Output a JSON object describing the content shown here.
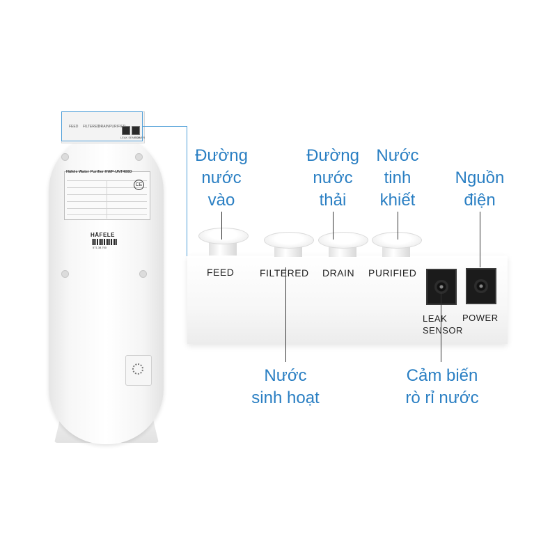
{
  "device": {
    "brand": "HÄFELE",
    "spec_title": "Häfele Water Purifier HWP-UNT400D",
    "barcode_text": "571.38.700",
    "mini_ports": [
      "FEED",
      "FILTERED",
      "DRAIN",
      "PURIFIED"
    ],
    "mini_jacks": [
      "LEAK SENSOR",
      "POWER"
    ],
    "ce_mark": "CE"
  },
  "ports": [
    {
      "label": "FEED"
    },
    {
      "label": "FILTERED"
    },
    {
      "label": "DRAIN"
    },
    {
      "label": "PURIFIED"
    }
  ],
  "jacks": {
    "leak_label_line1": "LEAK",
    "leak_label_line2": "SENSOR",
    "power_label": "POWER"
  },
  "callouts": {
    "feed_line1": "Đường",
    "feed_line2": "nước",
    "feed_line3": "vào",
    "drain_line1": "Đường",
    "drain_line2": "nước",
    "drain_line3": "thải",
    "purified_line1": "Nước",
    "purified_line2": "tinh",
    "purified_line3": "khiết",
    "power_line1": "Nguồn",
    "power_line2": "điện",
    "filtered_line1": "Nước",
    "filtered_line2": "sinh hoạt",
    "leak_line1": "Cảm biến",
    "leak_line2": "rò rỉ nước"
  },
  "colors": {
    "callout_text": "#2a7fc3",
    "highlight_line": "#4f9fd8"
  }
}
